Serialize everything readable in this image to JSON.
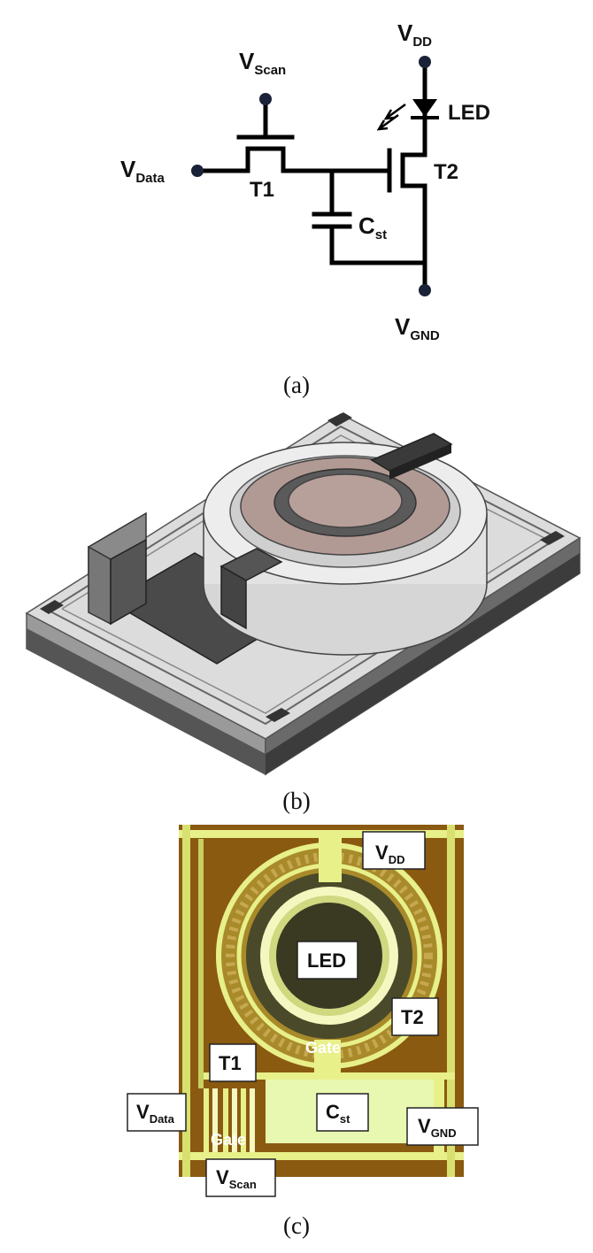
{
  "panel_a": {
    "caption": "(a)",
    "labels": {
      "vdd": {
        "main": "V",
        "sub": "DD"
      },
      "vscan": {
        "main": "V",
        "sub": "Scan"
      },
      "vdata": {
        "main": "V",
        "sub": "Data"
      },
      "vgnd": {
        "main": "V",
        "sub": "GND"
      },
      "led": "LED",
      "t1": "T1",
      "t2": "T2",
      "cst": {
        "main": "C",
        "sub": "st"
      }
    },
    "colors": {
      "wire": "#000000",
      "node": "#1a2238"
    }
  },
  "panel_b": {
    "caption": "(b)",
    "colors": {
      "base": "#d8d8d8",
      "dark": "#4a4a4a",
      "ring": "#e6e6e6",
      "led_top": "#b29a94",
      "pad": "#3a3a3a"
    }
  },
  "panel_c": {
    "caption": "(c)",
    "labels": {
      "vdd": {
        "main": "V",
        "sub": "DD"
      },
      "led": "LED",
      "t2": "T2",
      "gate_t2": "Gate",
      "t1": "T1",
      "vdata": {
        "main": "V",
        "sub": "Data"
      },
      "cst": {
        "main": "C",
        "sub": "st"
      },
      "vgnd": {
        "main": "V",
        "sub": "GND"
      },
      "gate_t1": "Gate",
      "vscan": {
        "main": "V",
        "sub": "Scan"
      }
    },
    "colors": {
      "substrate": "#8a5a10",
      "metal": "#e8f08a",
      "bright": "#f4f8c0",
      "dark_center": "#3a3a22"
    }
  }
}
